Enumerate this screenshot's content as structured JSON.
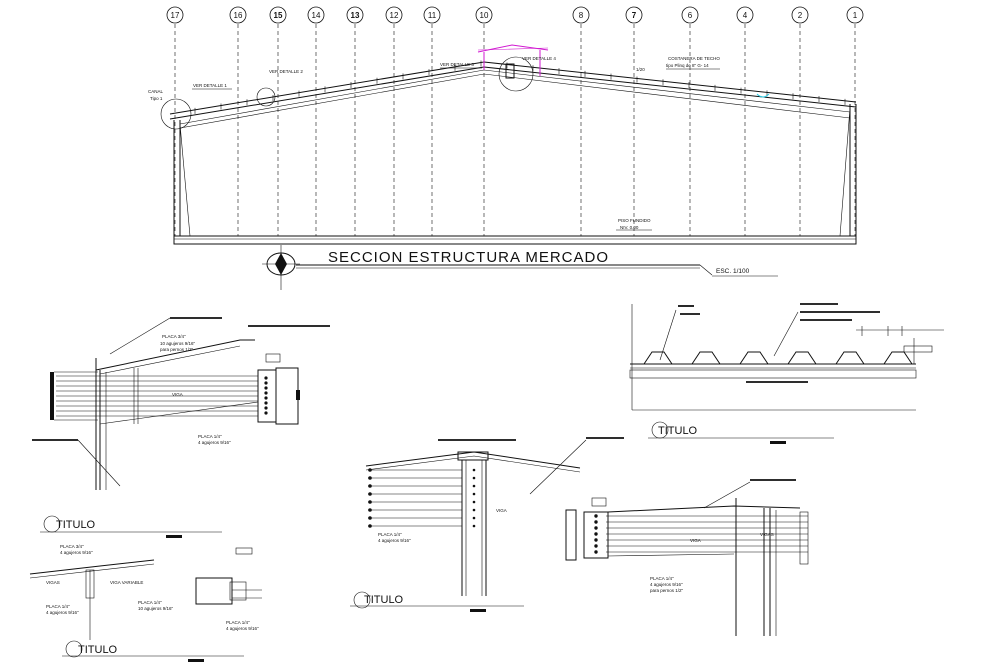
{
  "main_title": "SECCION ESTRUCTURA MERCADO",
  "scale": "ESC. 1/100",
  "axes": [
    {
      "label": "17",
      "bold": false
    },
    {
      "label": "16",
      "bold": false
    },
    {
      "label": "15",
      "bold": true
    },
    {
      "label": "14",
      "bold": false
    },
    {
      "label": "13",
      "bold": true
    },
    {
      "label": "12",
      "bold": false
    },
    {
      "label": "11",
      "bold": false
    },
    {
      "label": "10",
      "bold": false
    },
    {
      "label": "8",
      "bold": false
    },
    {
      "label": "7",
      "bold": true
    },
    {
      "label": "6",
      "bold": false
    },
    {
      "label": "4",
      "bold": false
    },
    {
      "label": "2",
      "bold": false
    },
    {
      "label": "1",
      "bold": false
    }
  ],
  "section_notes": {
    "canal": "CANAL",
    "canal_tipo": "Tipo 1",
    "detail_1": "VER DETALLE 1",
    "detail_2": "VER DETALLE 2",
    "detail_3": "VER DETALLE 3",
    "detail_4": "VER DETALLE 4",
    "costanera": "COSTANERA DE TECHO",
    "costanera_tipo": "tipo Plinq de 8\" G- 14",
    "slope": "1/20",
    "piso": "PISO FUNDIDO",
    "nivel": "NIV. 0.00"
  },
  "titulo_label": "TITULO",
  "detail_notes": {
    "placa_a": "PLACA 3/4\"",
    "pernos_a": "10 agujeros 9/16\"",
    "pernos_a2": "para pernos 1/2\"",
    "viga": "VIGA",
    "vigas": "VIGAS",
    "viga_variable": "VIGA VARIABLE",
    "placa_b": "PLACA 1/4\"",
    "pernos_b": "4 agujeros 9/16\""
  }
}
